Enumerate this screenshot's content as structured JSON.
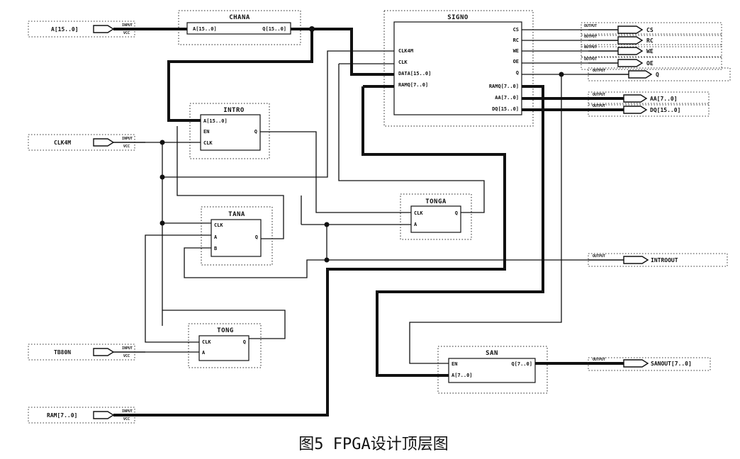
{
  "caption": "图5 FPGA设计顶层图",
  "blocks": {
    "chana": {
      "title": "CHANA",
      "ports": [
        "A[15..0]",
        "Q[15..0]"
      ]
    },
    "signo": {
      "title": "SIGNO",
      "ports_left": [
        "CLK4M",
        "CLK",
        "DATA[15..0]",
        "RAMQ[7..0]"
      ],
      "ports_right": [
        "CS",
        "RC",
        "WE",
        "OE",
        "Q",
        "RAMQ[7..0]",
        "AA[7..0]",
        "DQ[15..0]"
      ]
    },
    "intro": {
      "title": "INTRO",
      "ports_left": [
        "A[15..0]",
        "EN",
        "CLK"
      ],
      "ports_right": [
        "Q"
      ]
    },
    "tonga": {
      "title": "TONGA",
      "ports_left": [
        "CLK",
        "A"
      ],
      "ports_right": [
        "Q"
      ]
    },
    "tana": {
      "title": "TANA",
      "ports_left": [
        "CLK",
        "A",
        "B"
      ],
      "ports_right": [
        "Q"
      ]
    },
    "tong": {
      "title": "TONG",
      "ports_left": [
        "CLK",
        "A"
      ],
      "ports_right": [
        "Q"
      ]
    },
    "san": {
      "title": "SAN",
      "ports_left": [
        "EN",
        "A[7..0]"
      ],
      "ports_right": [
        "Q[7..0]"
      ]
    }
  },
  "inputs": [
    {
      "label": "A[15..0]"
    },
    {
      "label": "CLK4M"
    },
    {
      "label": "TB80N"
    },
    {
      "label": "RAM[7..0]"
    }
  ],
  "outputs": [
    {
      "label": "CS"
    },
    {
      "label": "RC"
    },
    {
      "label": "WE"
    },
    {
      "label": "OE"
    },
    {
      "label": "Q"
    },
    {
      "label": "AA[7..0]"
    },
    {
      "label": "DQ[15..0]"
    },
    {
      "label": "INTROOUT"
    },
    {
      "label": "SANOUT[7..0]"
    }
  ],
  "pin_marks": {
    "input_type": "INPUT",
    "vcc": "VCC",
    "output_type": "OUTPUT"
  }
}
